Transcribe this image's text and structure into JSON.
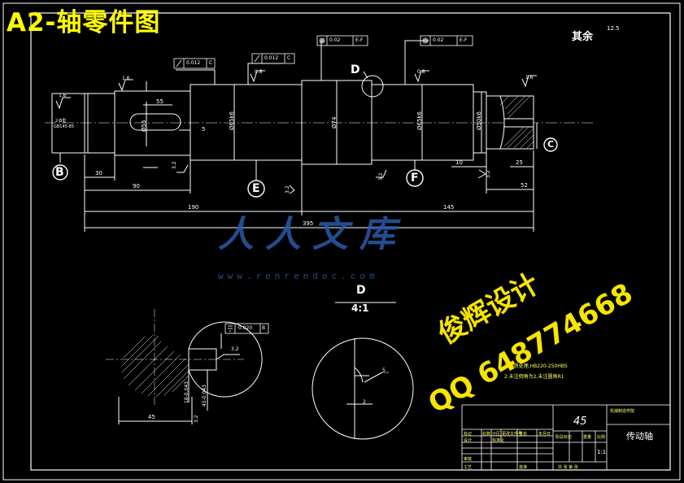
{
  "header": {
    "title": "A2-轴零件图"
  },
  "roughness_default": {
    "label": "其余",
    "value": "12.5"
  },
  "section_labels": {
    "detail_d": "D",
    "detail_view_title": "D",
    "detail_scale": "4:1",
    "section_e": "E",
    "section_f": "F",
    "datum_b": "B",
    "datum_c": "C"
  },
  "dimensions": {
    "d30": "30",
    "d90": "90",
    "d190": "190",
    "d395": "395",
    "d145": "145",
    "d52": "52",
    "d25": "25",
    "d10": "10",
    "d55": "55",
    "d5": "5",
    "d45": "45",
    "phi74": "Ø74",
    "phi65k6_a": "Ø65k6",
    "phi65k6_b": "Ø65k6",
    "phi50k6": "Ø50k6",
    "phi55": "Ø55",
    "key_depth": "45-0.043",
    "key_width": "18-0.043",
    "r2": "2",
    "r5": "5"
  },
  "roughness": {
    "r16a": "1.6",
    "r16b": "1.6",
    "r08a": "0.8",
    "r08b": "0.8",
    "r16c": "1.6",
    "r32a": "3.2",
    "r32b": "3.2",
    "r32c": "3.2",
    "r32d": "3.2",
    "r32e": "3.2",
    "r32f": "3.2"
  },
  "tolerances": {
    "runout_1": "0.012",
    "runout_1_datum": "C",
    "runout_2": "0.012",
    "runout_2_datum": "C",
    "cyl_1": "0.02",
    "cyl_1_datum": "E-F",
    "cyl_2": "0.02",
    "cyl_2_datum": "E-F",
    "sym": "0.020",
    "sym_datum": "B"
  },
  "notes": {
    "center_hole": "2-B型",
    "center_hole_std": "GB145-85",
    "tech_req_1": "1.调质处理,HB220-250HBS",
    "tech_req_2": "2.未注倒角为2,未注圆角R1"
  },
  "title_block": {
    "part_name": "传动轴",
    "material": "45",
    "scale": "1:1",
    "school": "机械制造学院",
    "rows": [
      "标记",
      "处数",
      "分区",
      "更改文件号",
      "签名",
      "年月日"
    ],
    "roles": [
      "设计",
      "标准化",
      "审核",
      "工艺",
      "批准"
    ],
    "stage": "阶段标记",
    "weight": "重量",
    "scale_label": "比例",
    "sheets": "共 张 第 张"
  },
  "watermark": {
    "brand_cn": "人人文库",
    "url": "www.renrendoc.com"
  },
  "promo": {
    "name": "俊辉设计",
    "qq": "QQ 648774668"
  },
  "colors": {
    "background": "#000000",
    "lines": "#ffffff",
    "title": "#ffff00",
    "watermark": "#2a5aa8"
  }
}
